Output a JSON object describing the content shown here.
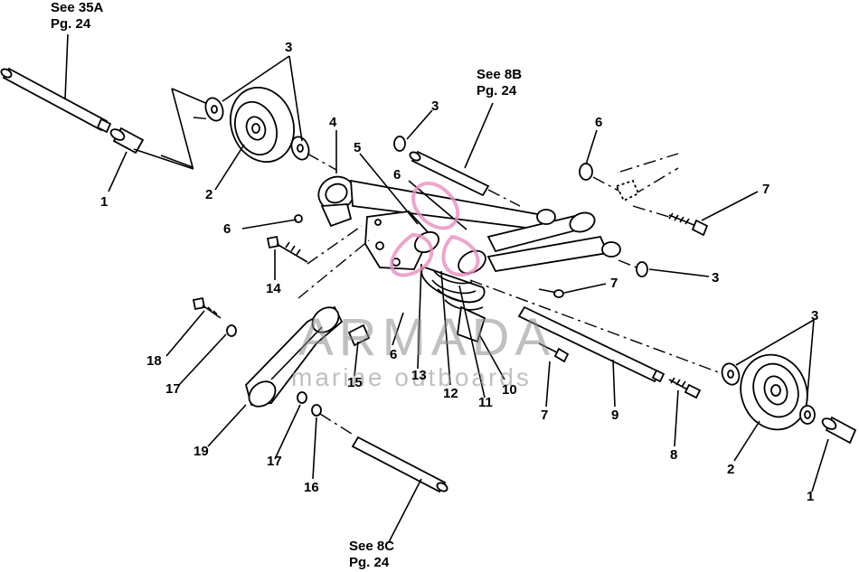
{
  "references": {
    "top_left_see": "See 35A",
    "top_left_pg": "Pg. 24",
    "top_mid_see": "See 8B",
    "top_mid_pg": "Pg. 24",
    "bottom_see": "See 8C",
    "bottom_pg": "Pg. 24"
  },
  "callouts": {
    "c1a": "1",
    "c1b": "1",
    "c2a": "2",
    "c2b": "2",
    "c3a": "3",
    "c3b": "3",
    "c3c": "3",
    "c3d": "3",
    "c4": "4",
    "c5": "5",
    "c6a": "6",
    "c6b": "6",
    "c6c": "6",
    "c6d": "6",
    "c7a": "7",
    "c7b": "7",
    "c7c": "7",
    "c8": "8",
    "c9": "9",
    "c10": "10",
    "c11": "11",
    "c12": "12",
    "c13": "13",
    "c14": "14",
    "c15": "15",
    "c16": "16",
    "c17a": "17",
    "c17b": "17",
    "c18": "18",
    "c19": "19"
  },
  "watermark": {
    "title": "ARMADA",
    "subtitle": "marine outboards",
    "logo_color": "#e98fc0"
  }
}
